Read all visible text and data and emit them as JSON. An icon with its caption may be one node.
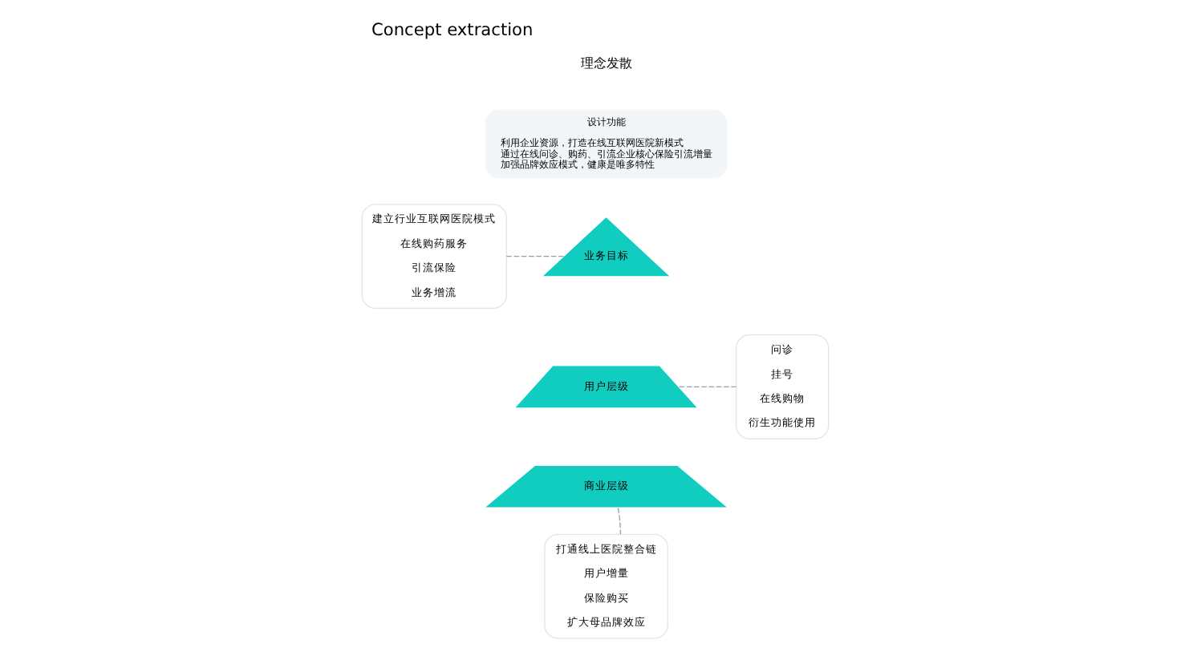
{
  "diagram": {
    "title": "Concept extraction",
    "nodes": [
      {
        "text": [
          "设计功能",
          "利用企业资源，打造在线互联网医院新模式",
          "通过在线问诊、购药、引流企业核心保险引流增量",
          "加强品牌效应模式，健康是唯多特性"
        ]
      },
      {
        "text": [
          "业务目标"
        ]
      },
      {
        "text": [
          "用户层级"
        ]
      },
      {
        "text": [
          "商业层级"
        ]
      },
      {
        "text": [
          "建立行业互联网医院模式",
          "在线购药服务",
          "引流保险",
          "业务增流"
        ]
      },
      {
        "text": [
          "问诊",
          "挂号",
          "在线购物",
          "衍生功能使用"
        ]
      },
      {
        "text": [
          "打通线上医院整合链",
          "用户增量",
          "保险购买",
          "扩大母品牌效应"
        ]
      }
    ],
    "edges": [
      {
        "from": 4,
        "to": 1,
        "arrow": "none",
        "style": "dashed"
      },
      {
        "from": 2,
        "to": 5,
        "arrow": "none",
        "style": "dashed"
      },
      {
        "from": 3,
        "to": 6,
        "arrow": "none",
        "style": "dashed"
      }
    ],
    "labels": [
      "理念发散"
    ]
  }
}
